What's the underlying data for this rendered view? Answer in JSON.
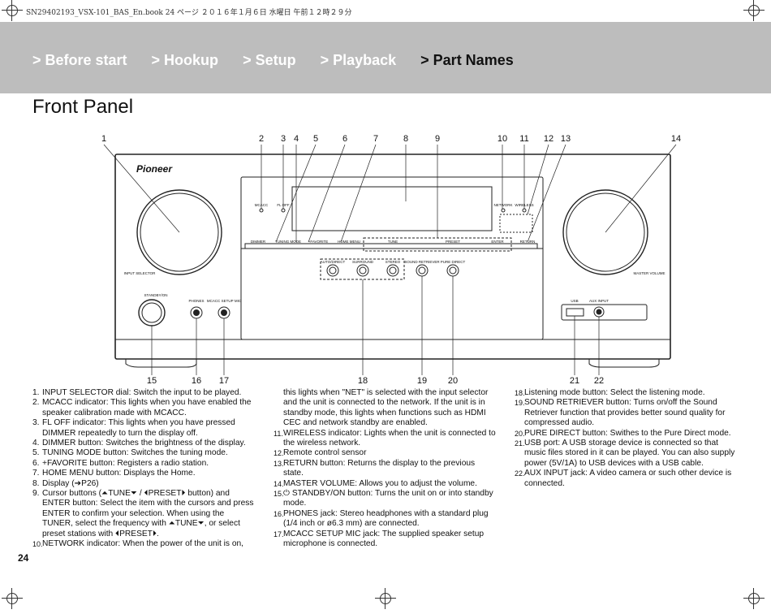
{
  "meta": {
    "header_line": "SN29402193_VSX-101_BAS_En.book  24 ページ  ２０１６年１月６日  水曜日  午前１２時２９分",
    "page_number": "24"
  },
  "nav": {
    "items": [
      {
        "label": "> Before start"
      },
      {
        "label": "> Hookup"
      },
      {
        "label": "> Setup"
      },
      {
        "label": "> Playback"
      },
      {
        "label": "> Part Names"
      }
    ]
  },
  "title": "Front Panel",
  "diagram": {
    "callouts": [
      "1",
      "2",
      "3",
      "4",
      "5",
      "6",
      "7",
      "8",
      "9",
      "10",
      "11",
      "12",
      "13",
      "14",
      "15",
      "16",
      "17",
      "18",
      "19",
      "20",
      "21",
      "22"
    ],
    "brand": "Pioneer",
    "panel_labels": {
      "mcacc": "MCACC",
      "fl_off": "FL OFF",
      "network": "NETWORK",
      "wireless": "WIRELESS",
      "dimmer": "DIMMER",
      "tuning_mode": "TUNING MODE",
      "favorite": "+FAVORITE",
      "home_menu": "HOME MENU",
      "tune": "TUNE",
      "preset": "PRESET",
      "enter": "ENTER",
      "return": "RETURN",
      "input_selector": "INPUT SELECTOR",
      "master_volume": "MASTER VOLUME",
      "auto_direct": "AUTO/DIRECT",
      "surround": "SURROUND",
      "stereo": "STEREO",
      "sound_retriever": "SOUND RETRIEVER",
      "pure_direct": "PURE DIRECT",
      "standby_on": "STANDBY/ON",
      "phones": "PHONES",
      "mcacc_setup_mic": "MCACC SETUP MIC",
      "usb": "USB",
      "aux_input": "AUX INPUT"
    }
  },
  "descriptions": {
    "col1": [
      {
        "num": "1.",
        "text": "INPUT SELECTOR dial: Switch the input to be played."
      },
      {
        "num": "2.",
        "text": "MCACC indicator: This lights when you have enabled the speaker calibration made with MCACC."
      },
      {
        "num": "3.",
        "text": "FL OFF indicator: This lights when you have pressed DIMMER repeatedly to turn the display off."
      },
      {
        "num": "4.",
        "text": "DIMMER button: Switches the brightness of the display."
      },
      {
        "num": "5.",
        "text": "TUNING MODE button: Switches the tuning mode."
      },
      {
        "num": "6.",
        "text": "+FAVORITE button: Registers a radio station."
      },
      {
        "num": "7.",
        "text": "HOME MENU button: Displays the Home."
      },
      {
        "num": "8.",
        "text": "Display (➔P26)"
      },
      {
        "num": "9.",
        "text": "Cursor buttons (⏶TUNE⏷ / ⏴PRESET⏵ button) and ENTER button: Select the item with the cursors and press ENTER to confirm your selection. When using the TUNER, select the frequency with ⏶TUNE⏷, or select preset stations with ⏴PRESET⏵."
      },
      {
        "num": "10.",
        "text": "NETWORK indicator: When the power of the unit is on,"
      }
    ],
    "col2": [
      {
        "num": "",
        "text": "this lights when \"NET\" is selected with the input selector and the unit is connected to the network. If the unit is in standby mode, this lights when functions such as HDMI CEC and network standby are enabled."
      },
      {
        "num": "11.",
        "text": "WIRELESS indicator: Lights when the unit is connected to the wireless network."
      },
      {
        "num": "12.",
        "text": "Remote control sensor"
      },
      {
        "num": "13.",
        "text": "RETURN button: Returns the display to the previous state."
      },
      {
        "num": "14.",
        "text": "MASTER VOLUME: Allows you to adjust the volume."
      },
      {
        "num": "15.",
        "text": "⏻ STANDBY/ON button: Turns the unit on or into standby mode."
      },
      {
        "num": "16.",
        "text": "PHONES jack: Stereo headphones with a standard plug (1/4 inch or ø6.3 mm) are connected."
      },
      {
        "num": "17.",
        "text": "MCACC SETUP MIC jack: The supplied speaker setup microphone is connected."
      }
    ],
    "col3": [
      {
        "num": "18.",
        "text": "Listening mode button: Select the listening mode."
      },
      {
        "num": "19.",
        "text": "SOUND RETRIEVER button: Turns on/off the Sound Retriever function that provides better sound quality for compressed audio."
      },
      {
        "num": "20.",
        "text": "PURE DIRECT button: Swithes to the Pure Direct mode."
      },
      {
        "num": "21.",
        "text": "USB port: A USB storage device is connected so that music files stored in it can be played. You can also supply power (5V/1A) to USB devices with a USB cable."
      },
      {
        "num": "22.",
        "text": "AUX INPUT jack: A video camera or such other device is connected."
      }
    ]
  }
}
